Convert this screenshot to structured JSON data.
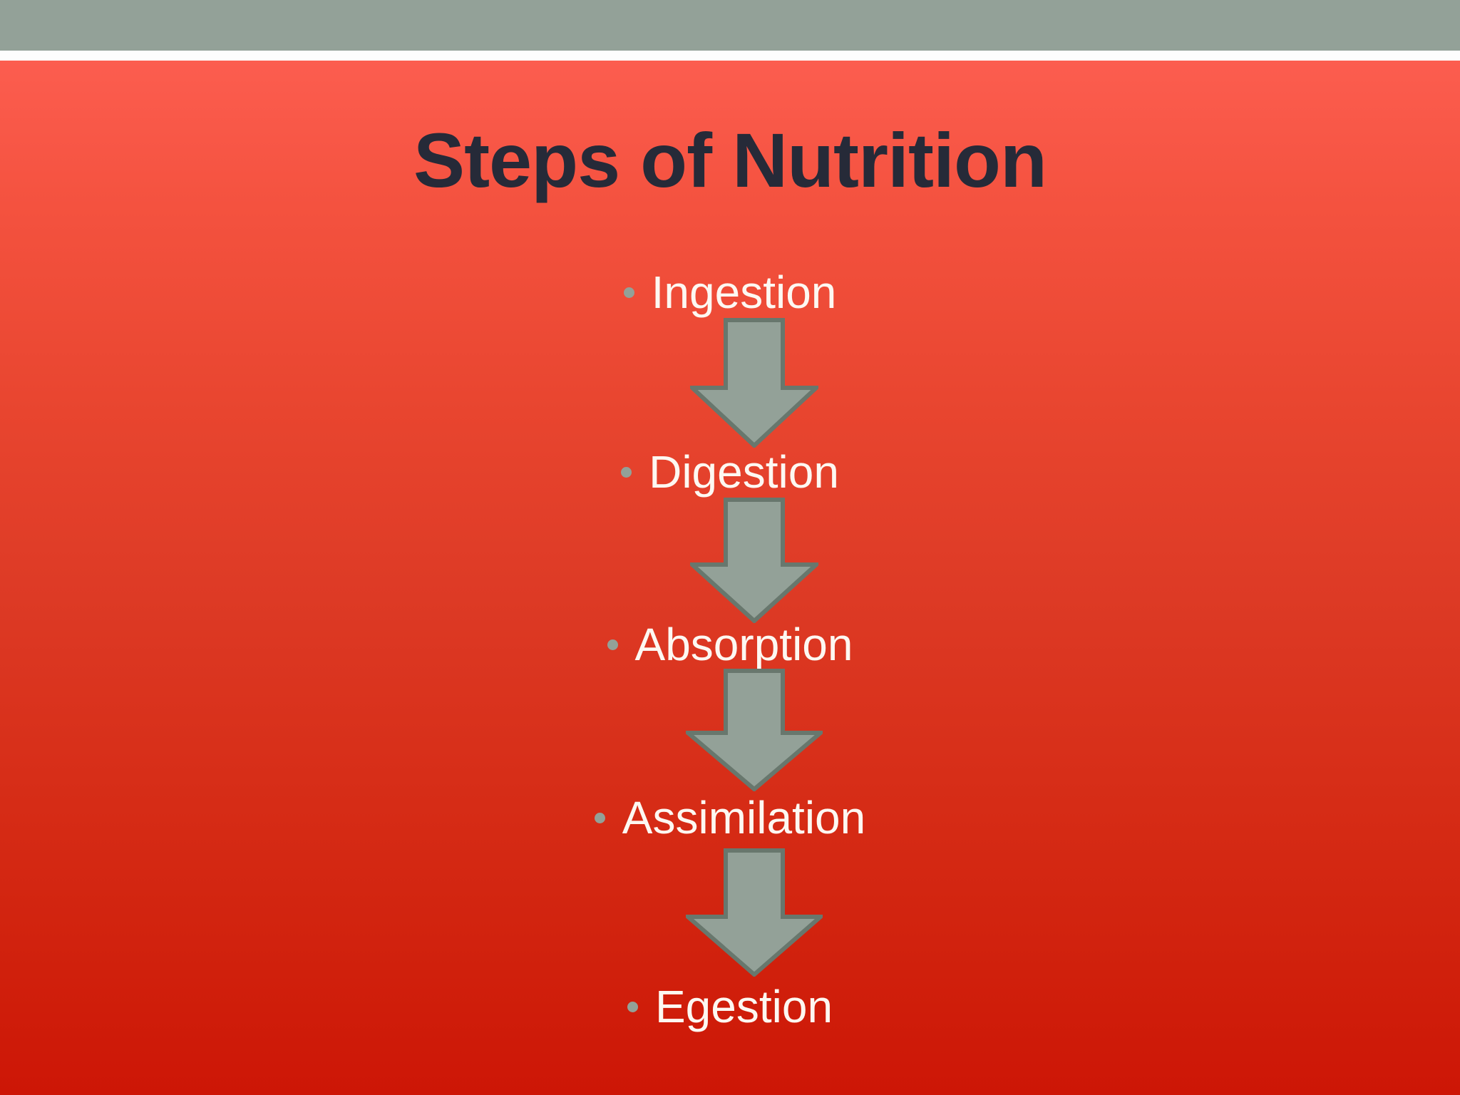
{
  "slide": {
    "title": "Steps of Nutrition",
    "header_band_color": "#93a198",
    "background_top_color": "#fc5d4e",
    "background_bottom_color": "#cd1606",
    "title_color": "#262a38",
    "text_color": "#fdf8f2",
    "arrow_fill_color": "#93a198",
    "arrow_outline_color": "#68776d",
    "bullet_color": "#93a198"
  },
  "steps": [
    {
      "label": "Ingestion"
    },
    {
      "label": "Digestion"
    },
    {
      "label": "Absorption"
    },
    {
      "label": "Assimilation"
    },
    {
      "label": "Egestion"
    }
  ],
  "arrows": [
    {
      "from": "Ingestion",
      "to": "Digestion",
      "direction": "down"
    },
    {
      "from": "Digestion",
      "to": "Absorption",
      "direction": "down"
    },
    {
      "from": "Absorption",
      "to": "Assimilation",
      "direction": "down"
    },
    {
      "from": "Assimilation",
      "to": "Egestion",
      "direction": "down"
    }
  ],
  "chart_data": {
    "type": "diagram",
    "title": "Steps of Nutrition",
    "flow": [
      "Ingestion",
      "Digestion",
      "Absorption",
      "Assimilation",
      "Egestion"
    ],
    "connector": "down-arrow"
  }
}
